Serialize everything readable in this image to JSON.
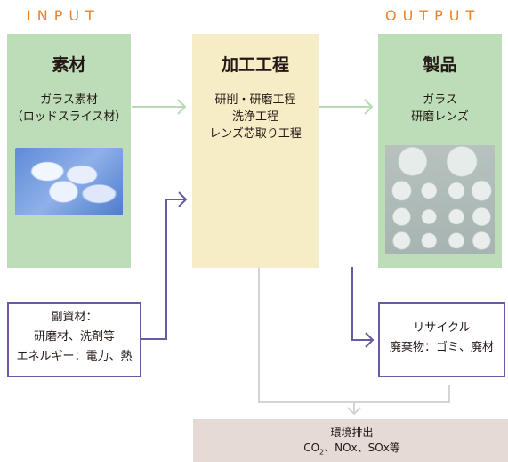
{
  "header": {
    "input": "INPUT",
    "output": "OUTPUT"
  },
  "material": {
    "title": "素材",
    "line1": "ガラス素材",
    "line2": "（ロッドスライス材）",
    "image_alt": "glass rod slices photo"
  },
  "process": {
    "title": "加工工程",
    "line1": "研削・研磨工程",
    "line2": "洗浄工程",
    "line3": "レンズ芯取り工程"
  },
  "product": {
    "title": "製品",
    "line1": "ガラス",
    "line2": "研磨レンズ",
    "image_alt": "polished lenses photo"
  },
  "auxiliary": {
    "line1": "副資材：",
    "line2": "研磨材、洗剤等",
    "line3": "エネルギー：電力、熱"
  },
  "recycle": {
    "line1": "リサイクル",
    "line2": "廃棄物：ゴミ、廃材"
  },
  "emissions": {
    "line1": "環境排出",
    "co2_prefix": "CO",
    "co2_sub": "2",
    "rest": "、NOx、SOx等"
  },
  "colors": {
    "accent_orange": "#e8832a",
    "green": "#bcddb8",
    "cream": "#f6ecc6",
    "purple": "#6d58a2",
    "grey_line": "#d6d3d3",
    "emission_bg": "#e5dad6"
  }
}
